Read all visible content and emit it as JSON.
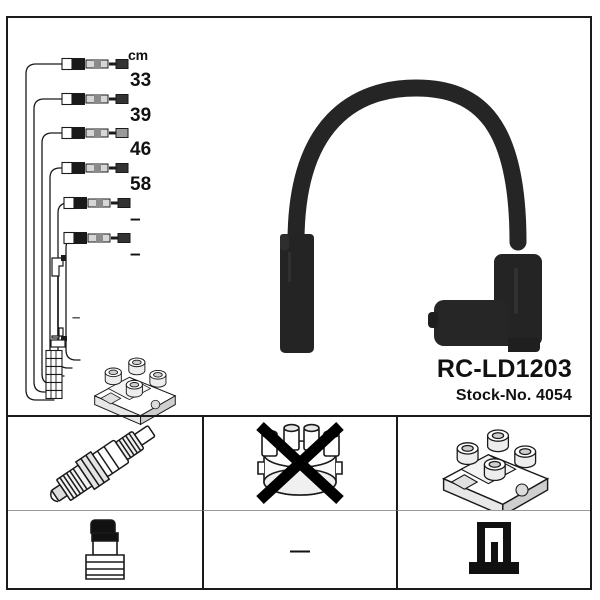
{
  "product": {
    "part_number": "RC-LD1203",
    "stock_number": "Stock-No. 4054"
  },
  "length_table": {
    "unit_header": "cm",
    "rows": [
      {
        "index": 1,
        "length": "33"
      },
      {
        "index": 2,
        "length": "39"
      },
      {
        "index": 3,
        "length": "46"
      },
      {
        "index": 4,
        "length": "58"
      },
      {
        "index": 5,
        "length": "–"
      },
      {
        "index": 6,
        "length": "–"
      }
    ],
    "extra_lead_length": "–"
  },
  "icon_grid": {
    "cells": [
      {
        "position": "top-left",
        "icon": "spark-plug-icon",
        "crossed_out": false,
        "label": ""
      },
      {
        "position": "top-center",
        "icon": "distributor-cap-icon",
        "crossed_out": true,
        "label": ""
      },
      {
        "position": "top-right",
        "icon": "ignition-coil-pack-icon",
        "crossed_out": false,
        "label": ""
      },
      {
        "position": "bottom-left",
        "icon": "spark-plug-boot-icon",
        "crossed_out": false,
        "label": ""
      },
      {
        "position": "bottom-center",
        "icon": "dash-icon",
        "crossed_out": false,
        "label": "—"
      },
      {
        "position": "bottom-right",
        "icon": "coil-terminal-icon",
        "crossed_out": false,
        "label": ""
      }
    ]
  },
  "colors": {
    "line": "#1a1a1a",
    "cable": "#232323",
    "background": "#ffffff",
    "divider": "#9a9a9a",
    "metal": "#c9c9c9"
  }
}
